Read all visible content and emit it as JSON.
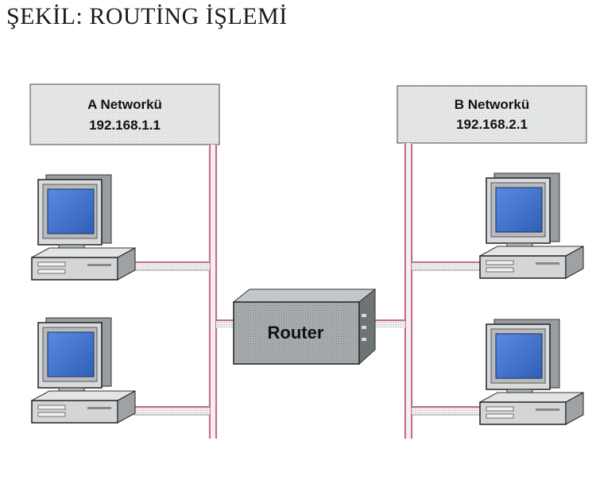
{
  "title": "ŞEKİL: ROUTİNG İŞLEMİ",
  "networks": [
    {
      "name": "A Networkü",
      "address": "192.168.1.1"
    },
    {
      "name": "B Networkü",
      "address": "192.168.2.1"
    }
  ],
  "router": {
    "label": "Router"
  },
  "computers": [
    {
      "icon": "computer-icon",
      "network": "A Networkü"
    },
    {
      "icon": "computer-icon",
      "network": "A Networkü"
    },
    {
      "icon": "computer-icon",
      "network": "B Networkü"
    },
    {
      "icon": "computer-icon",
      "network": "B Networkü"
    }
  ],
  "colors": {
    "cable": "#c46d86",
    "network_box": "#e4e6e6",
    "screen": "#3f72c9",
    "router": "#9aa0a3"
  }
}
